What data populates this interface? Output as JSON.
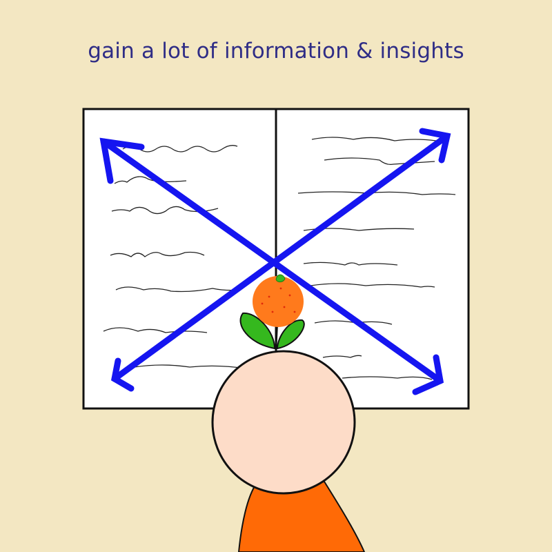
{
  "caption": "gain a lot of information & insights",
  "colors": {
    "background": "#f3e7c2",
    "caption_text": "#2f2d86",
    "arrows": "#1515f0",
    "book_page": "#ffffff",
    "book_outline": "#111111",
    "face": "#fddcc8",
    "body": "#ff6a06",
    "orange_fruit": "#ff7a1c",
    "leaves": "#35b81e"
  },
  "icons": [
    "open-book",
    "four-direction-arrows",
    "orange-with-leaves",
    "stick-figure-head"
  ]
}
